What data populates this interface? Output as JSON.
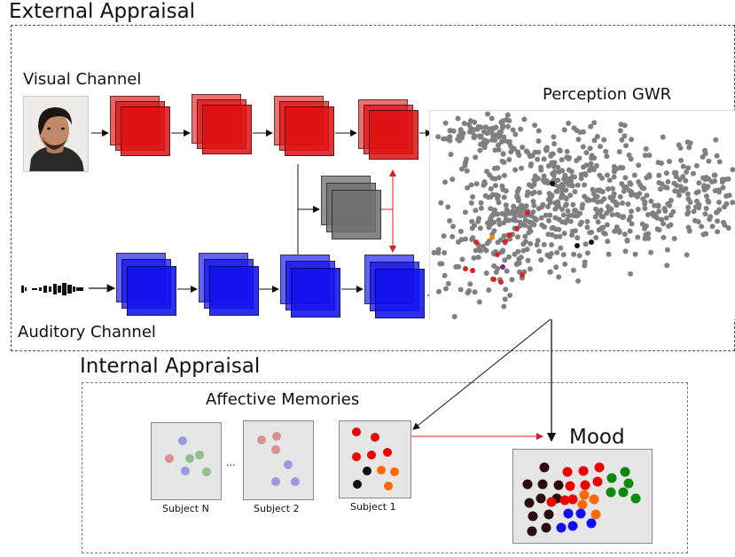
{
  "titles": {
    "external": "External Appraisal",
    "internal": "Internal Appraisal",
    "visual_channel": "Visual Channel",
    "auditory_channel": "Auditory Channel",
    "perception_gwr": "Perception GWR",
    "affective_memories": "Affective Memories",
    "mood": "Mood"
  },
  "subjects": [
    "Subject N",
    "Subject 2",
    "Subject 1"
  ],
  "ellipsis": "...",
  "colors": {
    "visual": "#dd1111",
    "auditory": "#1111ee",
    "fusion": "#777777",
    "gwr_nodes": "#808080",
    "connection_arrow": "#cc2222"
  }
}
